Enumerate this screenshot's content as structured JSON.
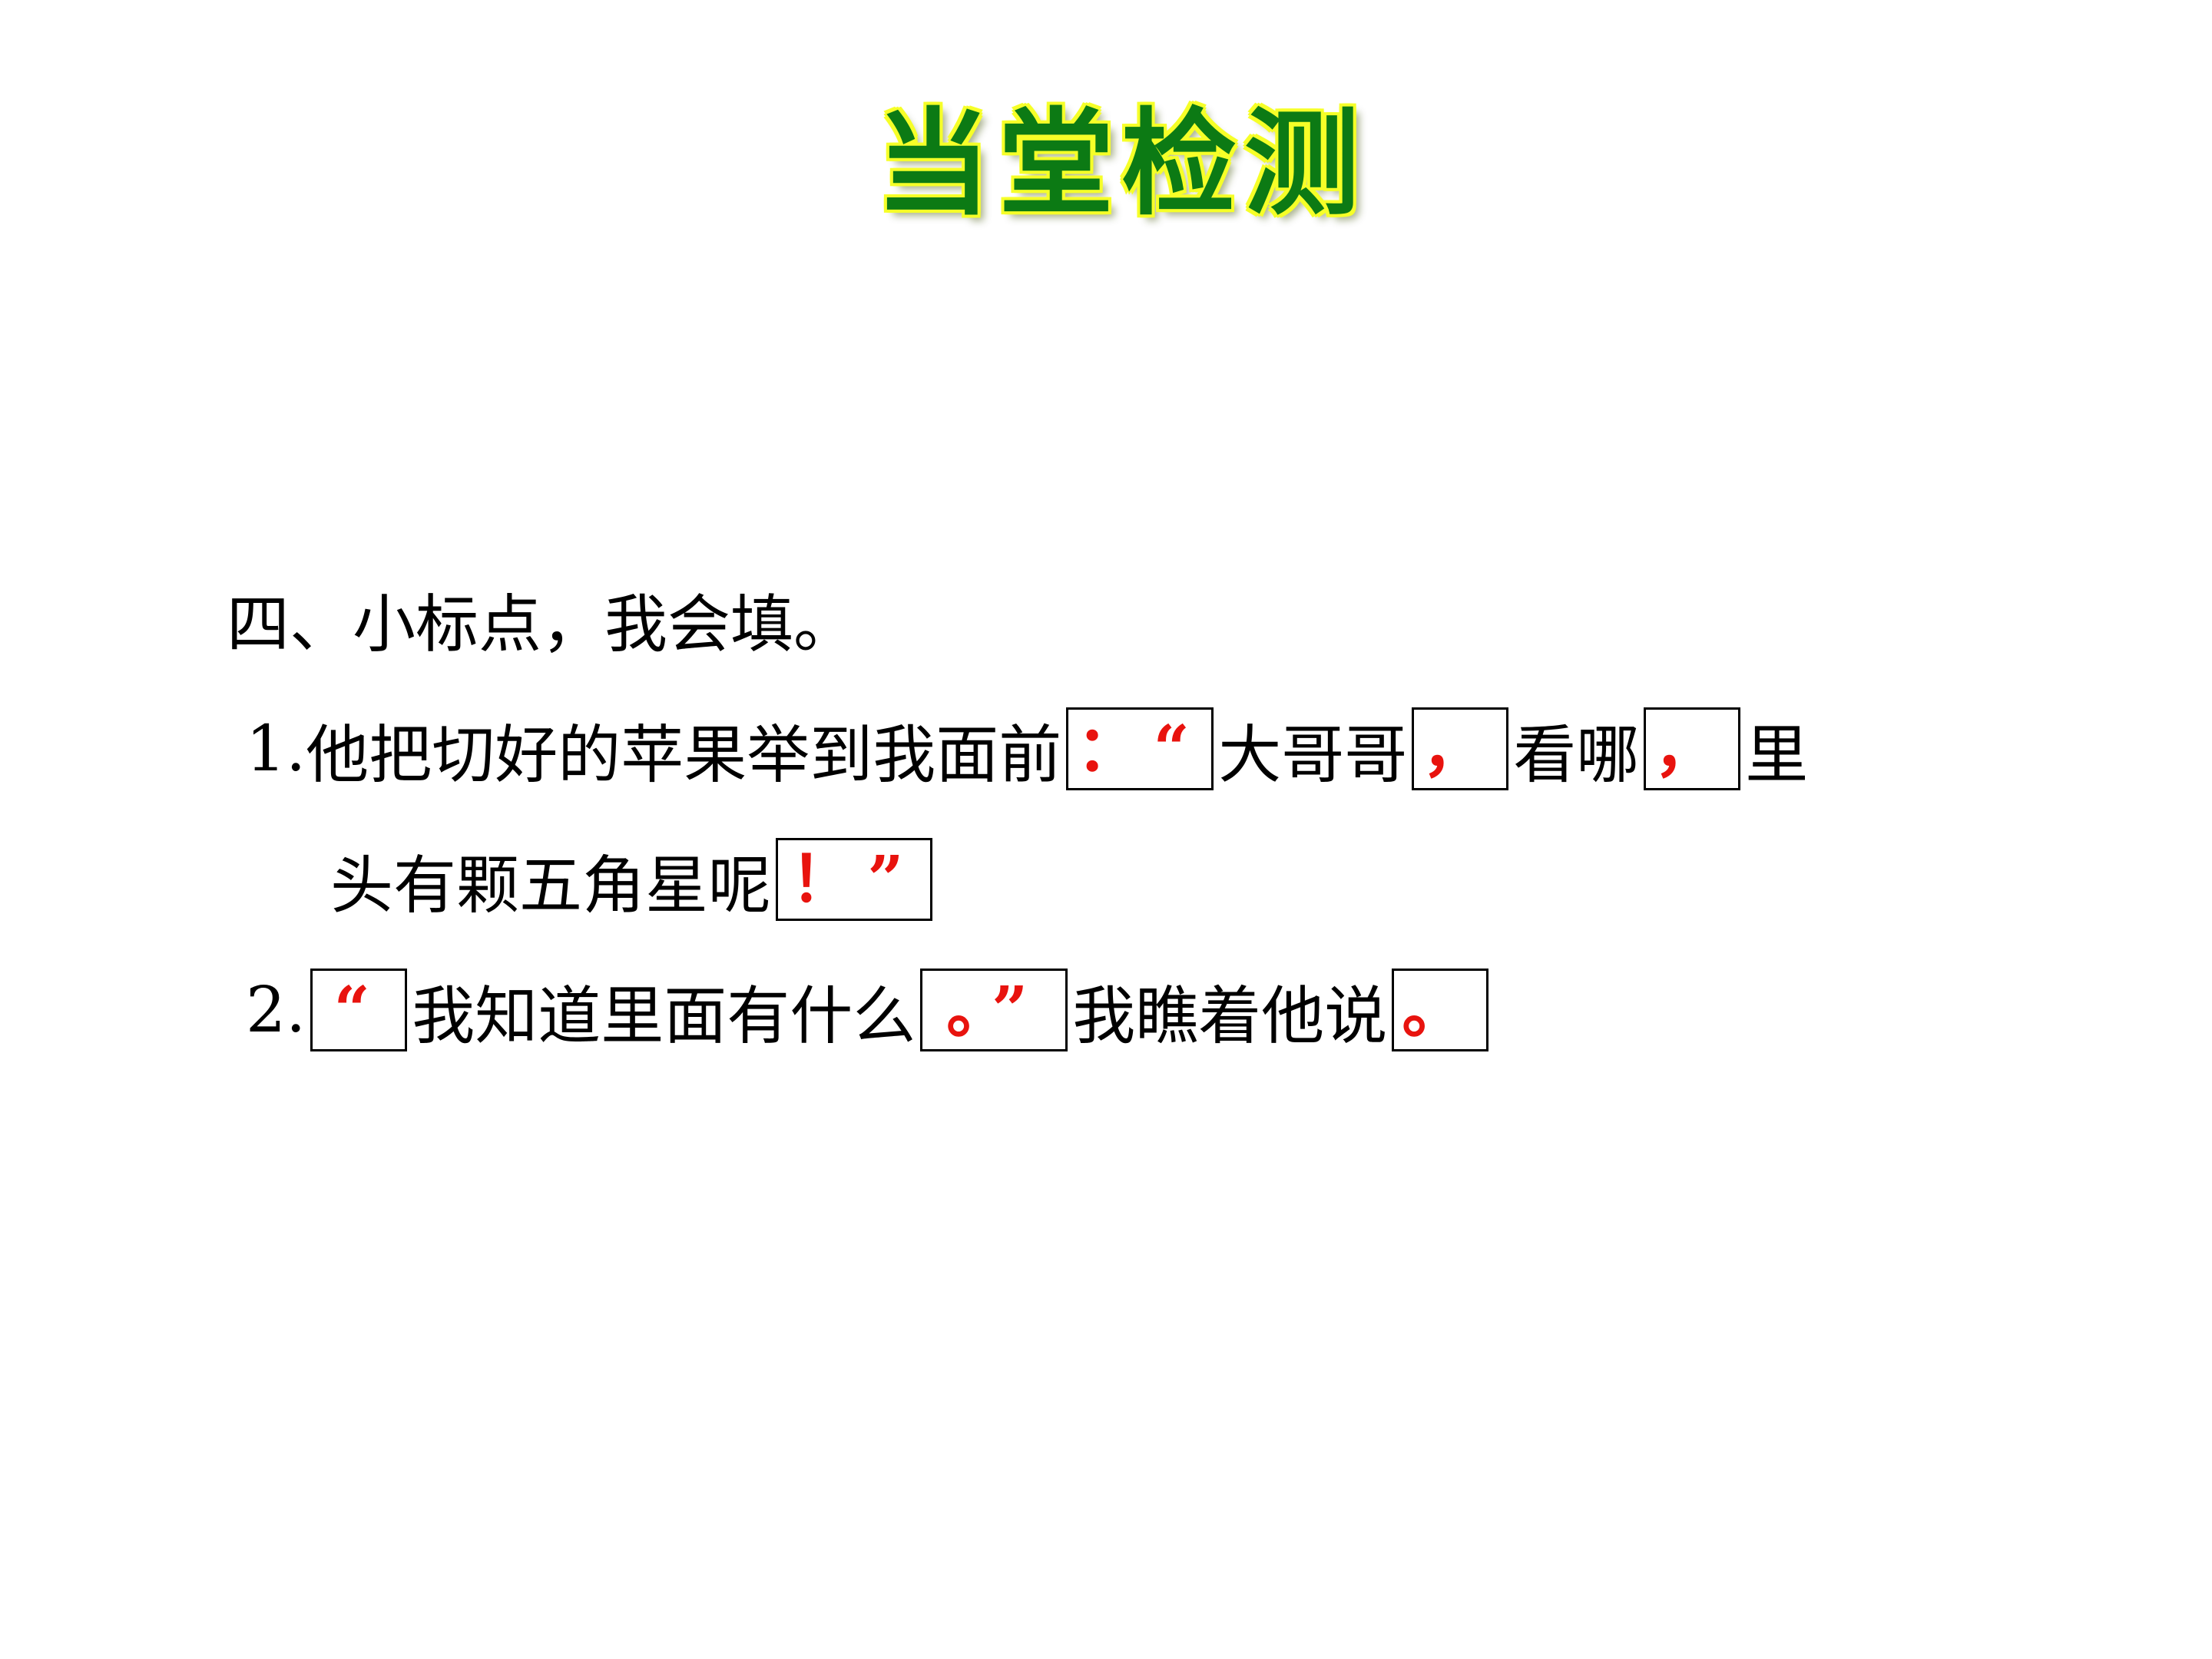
{
  "banner": {
    "title": "当堂检测"
  },
  "section": {
    "heading": "四、小标点，我会填。"
  },
  "q1": {
    "number": "1.",
    "part1": "他把切好的苹果举到我面前",
    "blank1": "：“",
    "part2": "大哥哥",
    "blank2": "，",
    "part3": "看哪",
    "blank3": "，",
    "part4": "里",
    "part5": "头有颗五角星呢",
    "blank4": "！”"
  },
  "q2": {
    "number": "2.",
    "blank1": "“",
    "part1": "我知道里面有什么",
    "blank2": "。”",
    "part2": "我瞧着他说",
    "blank3": "。"
  },
  "colors": {
    "answer": "#e8130e",
    "banner_fill": "#0c7a14",
    "banner_glow": "#f6ff29"
  }
}
